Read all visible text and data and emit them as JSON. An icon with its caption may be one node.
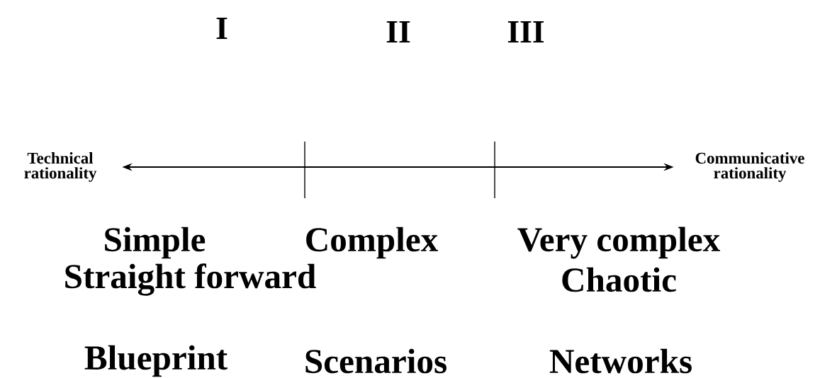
{
  "diagram": {
    "nodes": [
      {
        "text": [
          "Technical rationality"
        ]
      },
      {
        "text": [
          "Communicative rationality"
        ]
      }
    ],
    "edges": [
      {
        "from": 0,
        "to": 1,
        "arrow": "both"
      }
    ],
    "labels": [
      "I",
      "II",
      "III",
      "Simple",
      "Complex",
      "Very complex",
      "Straight forward",
      "Chaotic",
      "Blueprint",
      "Scenarios",
      "Networks"
    ]
  }
}
